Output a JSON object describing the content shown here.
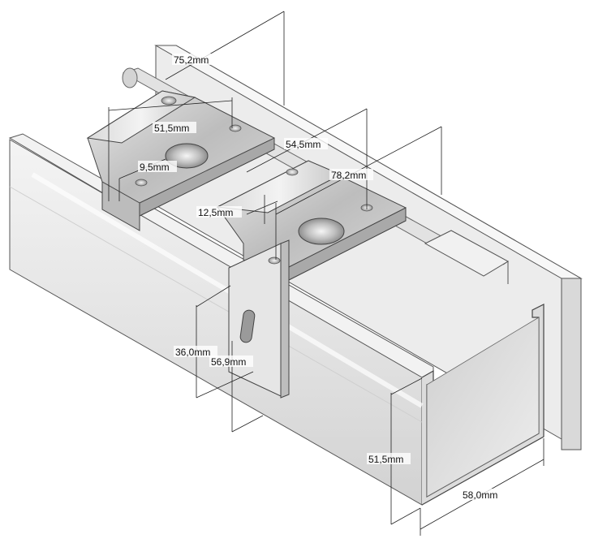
{
  "labels": {
    "d_75_2": "75,2mm",
    "d_51_5_top": "51,5mm",
    "d_9_5": "9,5mm",
    "d_54_5": "54,5mm",
    "d_78_2": "78,2mm",
    "d_12_5": "12,5mm",
    "d_36_0": "36,0mm",
    "d_56_9": "56,9mm",
    "d_51_5_side": "51,5mm",
    "d_58_0": "58,0mm"
  }
}
